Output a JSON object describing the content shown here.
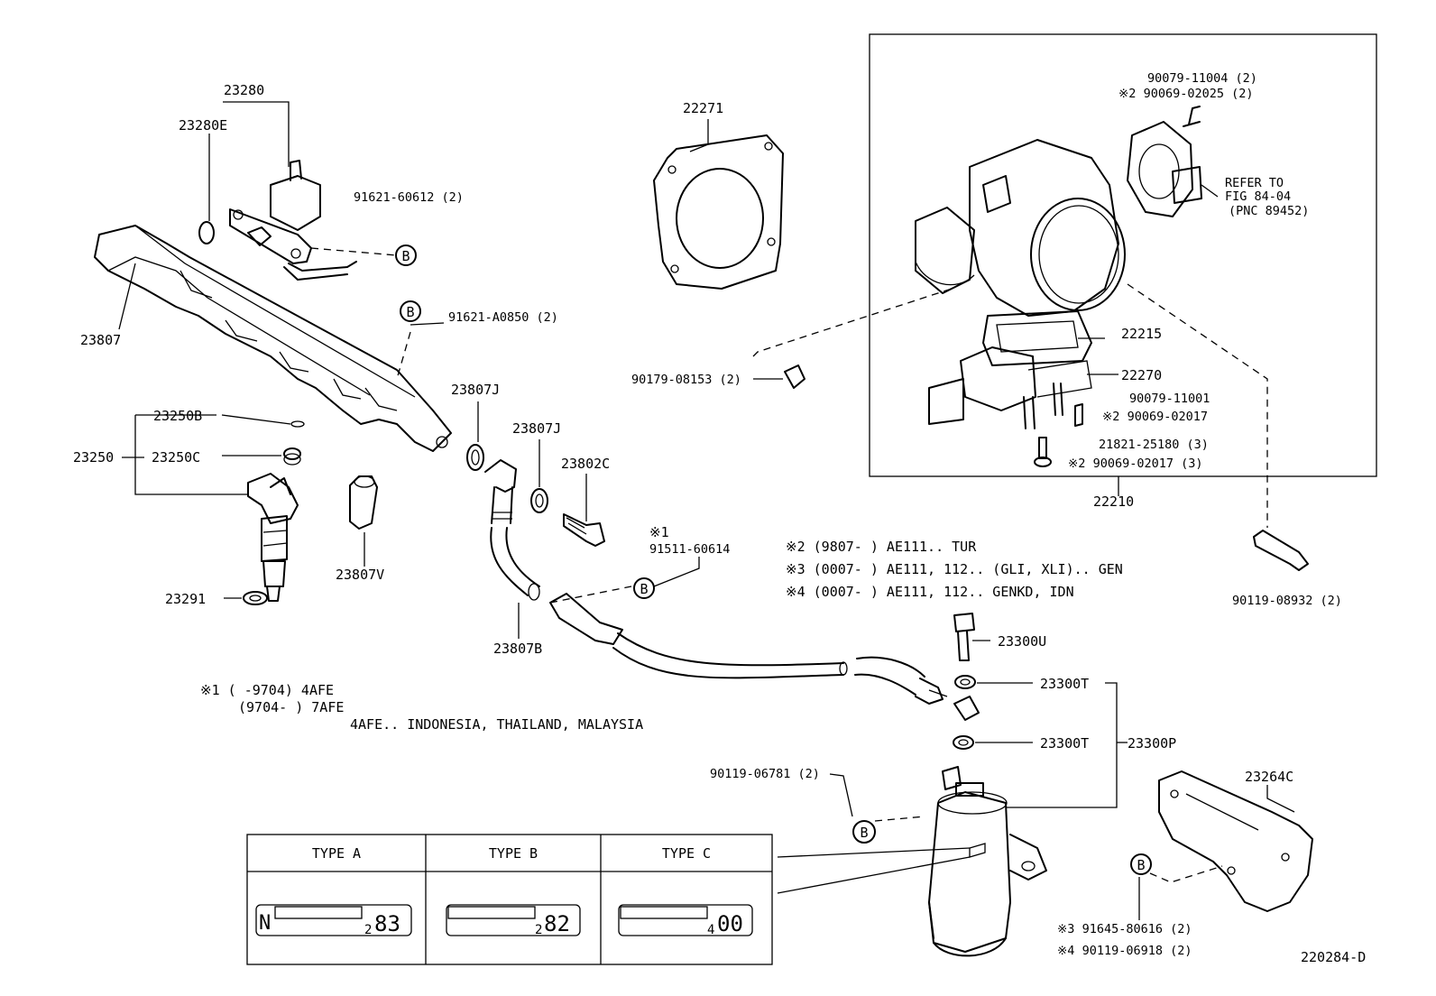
{
  "parts": {
    "p23280": "23280",
    "p23280E": "23280E",
    "p91621_60612": "91621-60612 (2)",
    "p23807": "23807",
    "p91621_A0850": "91621-A0850 (2)",
    "p23250B": "23250B",
    "p23250": "23250",
    "p23250C": "23250C",
    "p23807J_a": "23807J",
    "p23807J_b": "23807J",
    "p23802C": "23802C",
    "p23807V": "23807V",
    "p23291": "23291",
    "p23807B": "23807B",
    "p91511_mark": "※1",
    "p91511": "91511-60614",
    "p22271": "22271",
    "p90079_11004": "90079-11004 (2)",
    "p90069_02025": "※2 90069-02025 (2)",
    "refer_1": "REFER TO",
    "refer_2": "FIG 84-04",
    "refer_3": "(PNC 89452)",
    "p22215": "22215",
    "p22270": "22270",
    "p90179_08153": "90179-08153 (2)",
    "p90079_11001": "90079-11001",
    "p90069_02017a": "※2 90069-02017",
    "p21821_25180": "21821-25180 (3)",
    "p90069_02017b": "※2 90069-02017 (3)",
    "p22210": "22210",
    "p90119_08932": "90119-08932 (2)",
    "p23300U": "23300U",
    "p23300T_a": "23300T",
    "p23300T_b": "23300T",
    "p23300P": "23300P",
    "p90119_06781": "90119-06781 (2)",
    "p23264C": "23264C",
    "p91645_80616": "※3 91645-80616 (2)",
    "p90119_06918": "※4 90119-06918 (2)",
    "diagram_id": "220284-D",
    "bolt_mark": "B"
  },
  "notes": {
    "n2": "※2 (9807-      ) AE111.. TUR",
    "n3": "※3 (0007-      ) AE111, 112.. (GLI, XLI).. GEN",
    "n4": "※4 (0007-      ) AE111, 112.. GENKD, IDN",
    "n1_line1": "※1 (      -9704) 4AFE",
    "n1_line2": "(9704-      ) 7AFE",
    "n1_line3": "4AFE.. INDONESIA, THAILAND, MALAYSIA"
  },
  "type_table": {
    "headers": [
      "TYPE A",
      "TYPE B",
      "TYPE C"
    ],
    "badges": [
      {
        "prefix": "N",
        "sub": "2",
        "code": "83"
      },
      {
        "prefix": "",
        "sub": "2",
        "code": "82"
      },
      {
        "prefix": "",
        "sub": "4",
        "code": "00"
      }
    ]
  }
}
